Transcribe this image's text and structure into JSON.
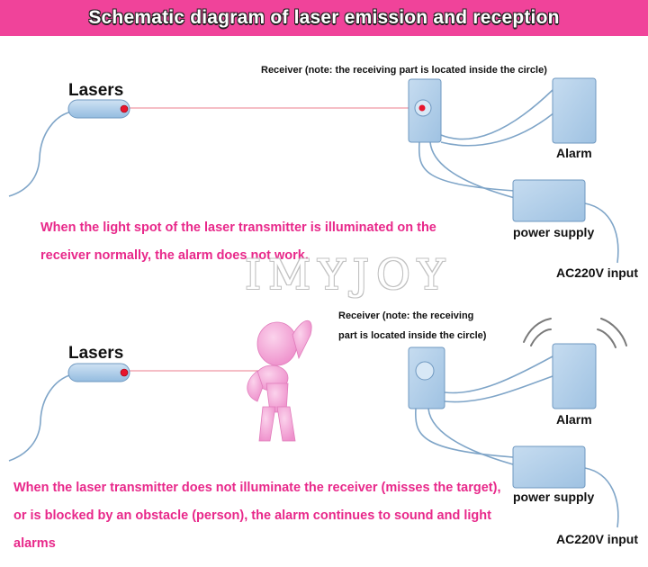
{
  "title": "Schematic diagram of laser emission and reception",
  "watermark": "IMYJOY",
  "colors": {
    "banner": "#f0439a",
    "caption_text": "#e8288a",
    "device_fill": "#a9cbe7",
    "device_stroke": "#6f98c0",
    "laser_dot": "#e8152d",
    "beam": "#f2a8b4",
    "person": "#f29ad0"
  },
  "top_scene": {
    "laser_label": "Lasers",
    "receiver_label": "Receiver (note: the receiving part is located inside the circle)",
    "alarm_label": "Alarm",
    "power_label": "power supply",
    "input_label": "AC220V input",
    "caption_lines": [
      "When the light spot of the laser transmitter is illuminated on the",
      "receiver normally, the alarm does not work."
    ]
  },
  "bottom_scene": {
    "laser_label": "Lasers",
    "receiver_label_lines": [
      "Receiver (note: the receiving",
      "part is located inside the circle)"
    ],
    "alarm_label": "Alarm",
    "power_label": "power supply",
    "input_label": "AC220V input",
    "caption_lines": [
      "When the laser transmitter does not illuminate the receiver (misses the target),",
      "or is blocked by an obstacle (person), the alarm continues to sound and light",
      "alarms"
    ]
  }
}
